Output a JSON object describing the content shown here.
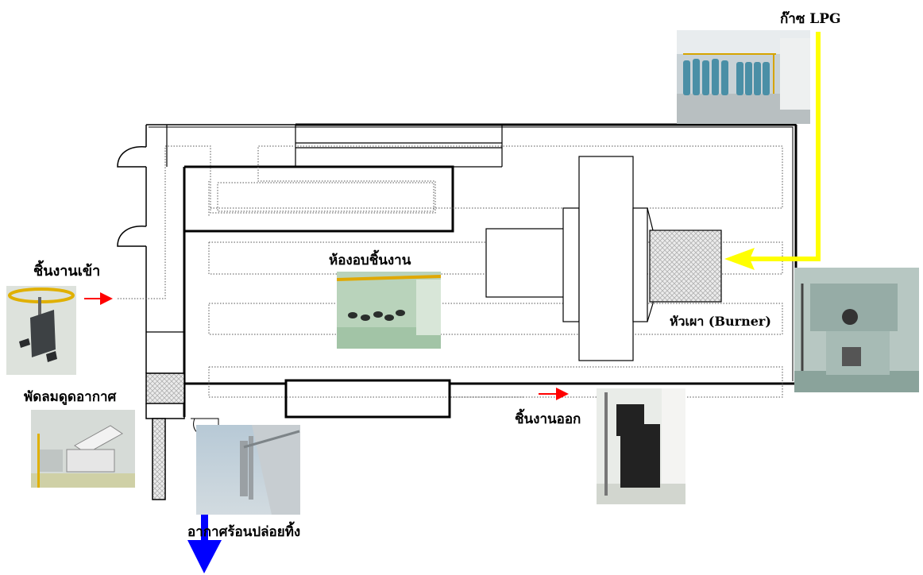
{
  "labels": {
    "lpg": "ก๊าซ LPG",
    "work_in": "ชิ้นงานเข้า",
    "oven": "ห้องอบชิ้นงาน",
    "burner": "หัวเผา (Burner)",
    "fan": "พัดลมดูดอากาศ",
    "work_out": "ชิ้นงานออก",
    "exhaust": "อากาศร้อนปล่อยทิ้ง"
  },
  "colors": {
    "lpg_line": "#ffff00",
    "work_arrow": "#ff0000",
    "exhaust_arrow": "#0000ff",
    "outline": "#000000"
  },
  "photos": [
    {
      "id": "lpg-cylinders",
      "subject": "LPG gas cylinders"
    },
    {
      "id": "work-in",
      "subject": "parts on hanging conveyor"
    },
    {
      "id": "oven-interior",
      "subject": "oven interior with hanging parts"
    },
    {
      "id": "burner-unit",
      "subject": "burner machine"
    },
    {
      "id": "exhaust-fan",
      "subject": "exhaust fan duct"
    },
    {
      "id": "exhaust-stack",
      "subject": "exhaust stack on building"
    },
    {
      "id": "work-out",
      "subject": "finished part on hanger"
    }
  ]
}
